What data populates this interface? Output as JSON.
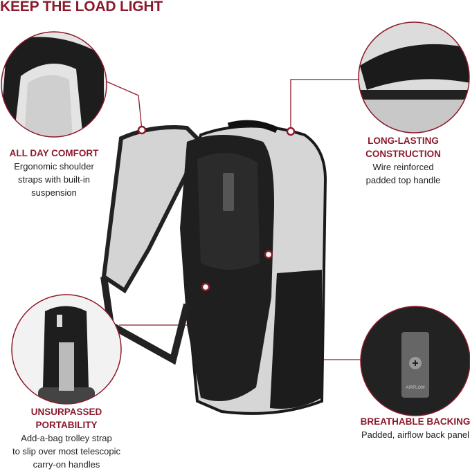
{
  "title": "KEEP THE LOAD LIGHT",
  "accent_color": "#8b1a2b",
  "features": [
    {
      "heading": "ALL DAY COMFORT",
      "body": [
        "Ergonomic shoulder",
        "straps with built-in",
        "suspension"
      ]
    },
    {
      "heading": [
        "LONG-LASTING",
        "CONSTRUCTION"
      ],
      "body": [
        "Wire reinforced",
        "padded top handle"
      ]
    },
    {
      "heading": "UNSURPASSED PORTABILITY",
      "body": [
        "Add-a-bag trolley strap",
        "to slip over most telescopic",
        "carry-on handles"
      ]
    },
    {
      "heading": "BREATHABLE BACKING",
      "body": [
        "Padded, airflow  back panel"
      ]
    }
  ],
  "logo_text": "AIRFLOW"
}
